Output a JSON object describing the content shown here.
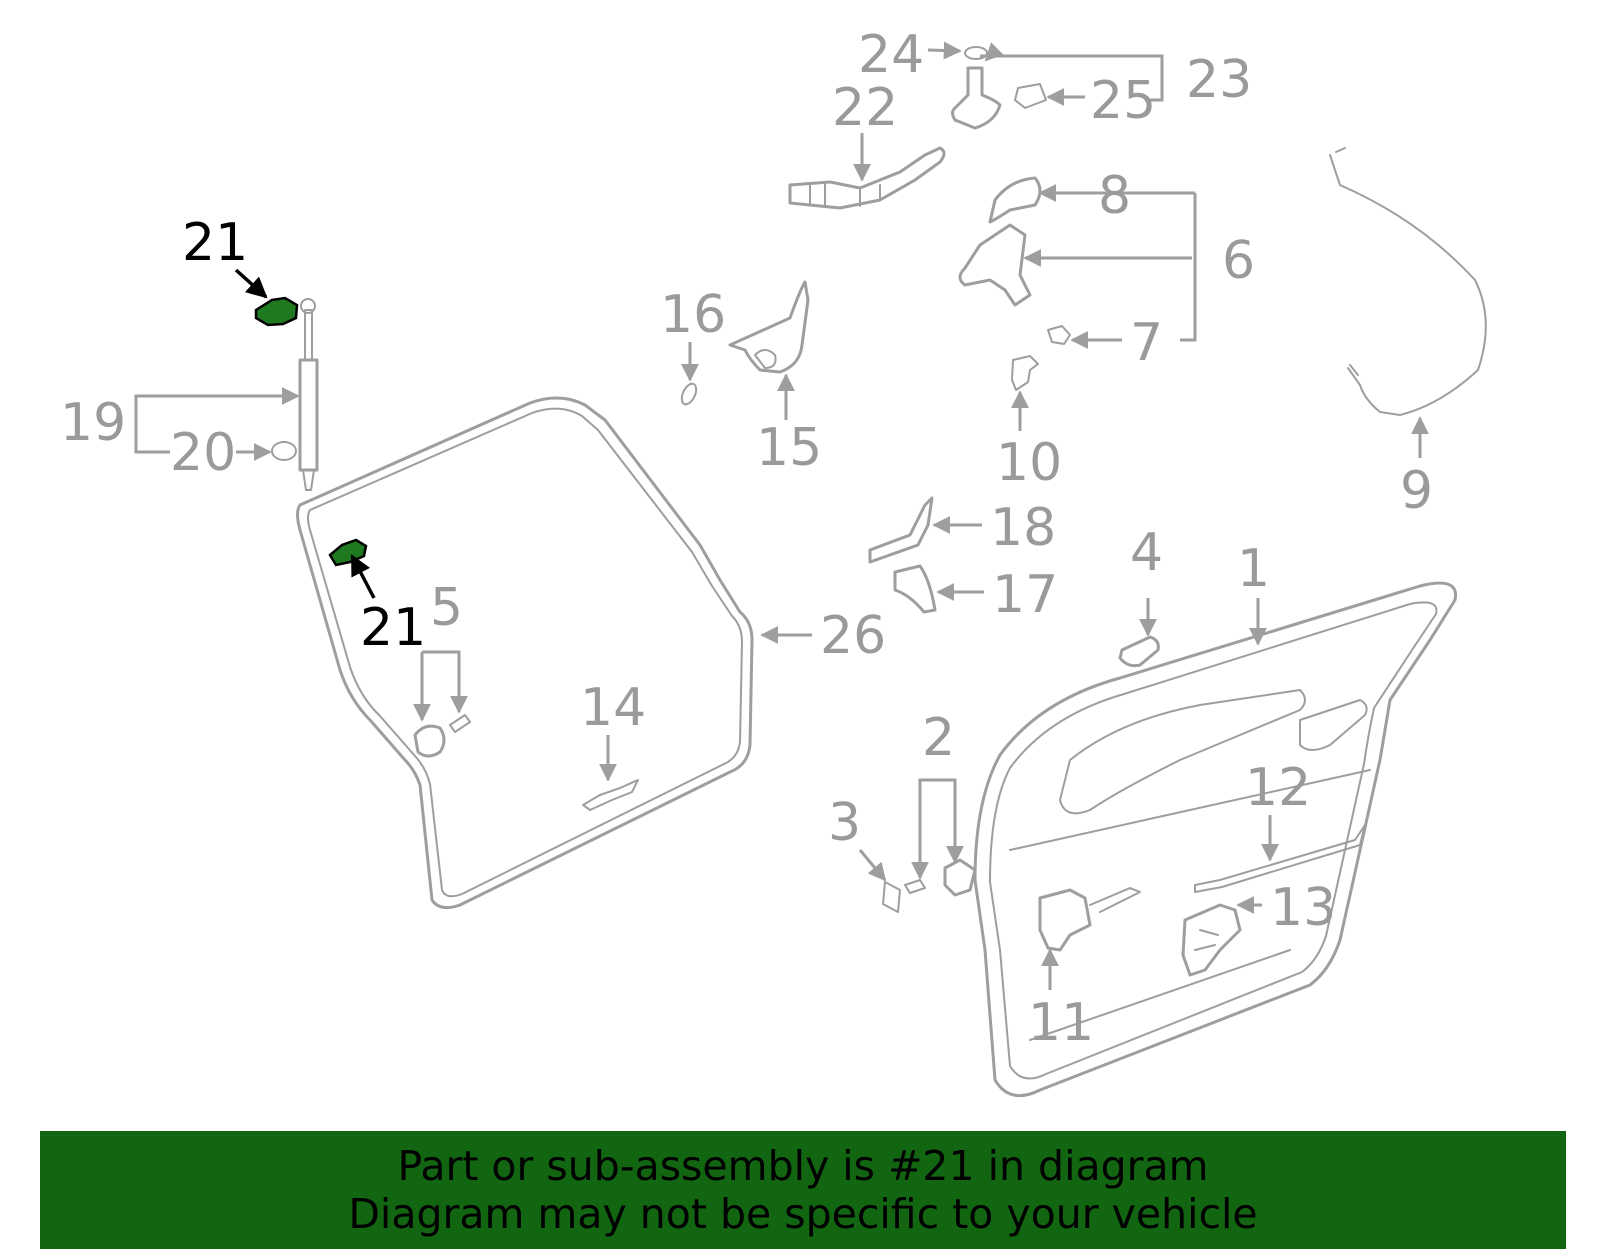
{
  "callouts": {
    "c1": "1",
    "c2": "2",
    "c3": "3",
    "c4": "4",
    "c5": "5",
    "c6": "6",
    "c7": "7",
    "c8": "8",
    "c9": "9",
    "c10": "10",
    "c11": "11",
    "c12": "12",
    "c13": "13",
    "c14": "14",
    "c15": "15",
    "c16": "16",
    "c17": "17",
    "c18": "18",
    "c19": "19",
    "c20": "20",
    "c21a": "21",
    "c21b": "21",
    "c22": "22",
    "c23": "23",
    "c24": "24",
    "c25": "25",
    "c26": "26"
  },
  "highlight": {
    "part_number": "21",
    "color": "#1f7a1f"
  },
  "banner": {
    "line1": "Part or sub-assembly is #21 in diagram",
    "line2": "Diagram may not be specific to your vehicle",
    "background": "#126612"
  }
}
